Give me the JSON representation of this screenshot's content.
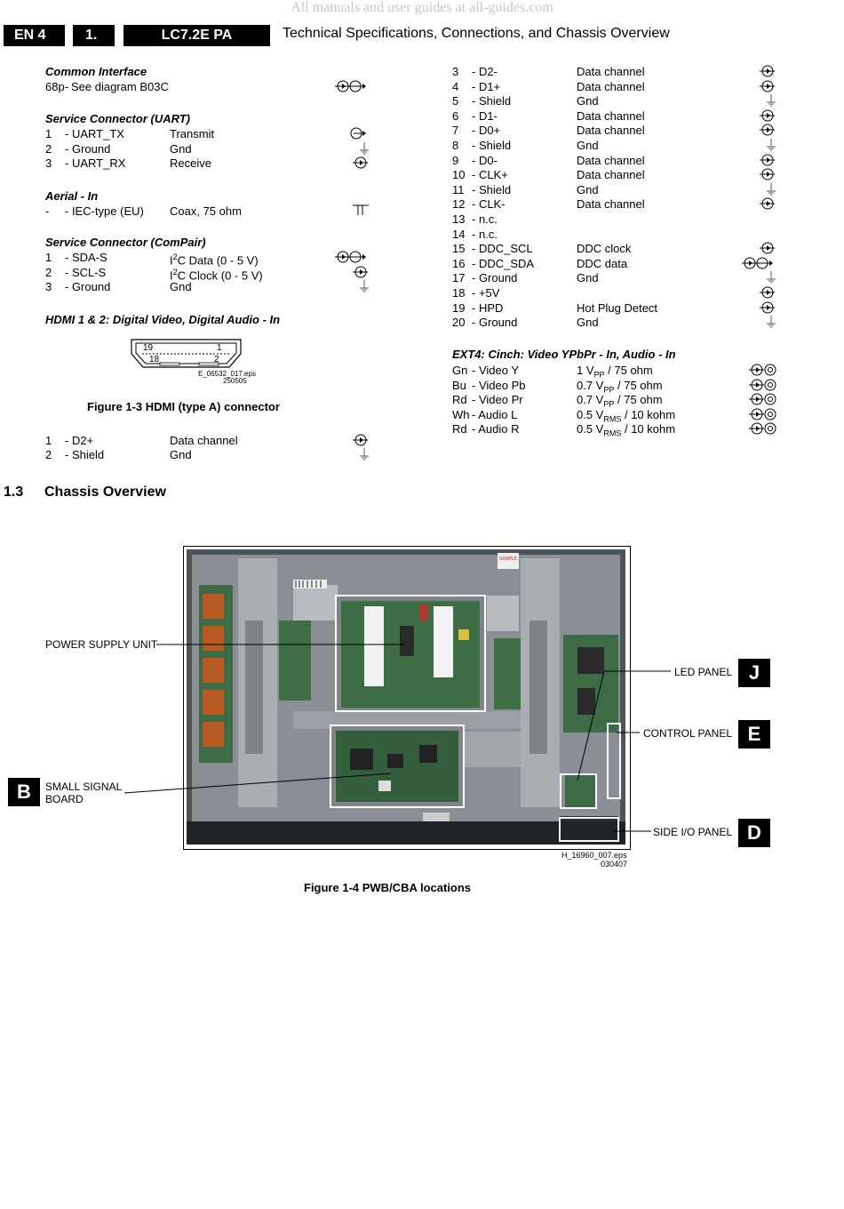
{
  "watermark": "All manuals and user guides at all-guides.com",
  "header": {
    "page": "EN 4",
    "chapter": "1.",
    "model": "LC7.2E PA",
    "title": "Technical Specifications, Connections, and Chassis Overview"
  },
  "common_interface": {
    "heading": "Common Interface",
    "pin": "68p",
    "dash": "-",
    "desc": "See diagram B03C"
  },
  "uart": {
    "heading": "Service Connector (UART)",
    "rows": [
      {
        "pin": "1",
        "name": "- UART_TX",
        "desc": "Transmit"
      },
      {
        "pin": "2",
        "name": "- Ground",
        "desc": "Gnd"
      },
      {
        "pin": "3",
        "name": "- UART_RX",
        "desc": "Receive"
      }
    ]
  },
  "aerial": {
    "heading": "Aerial - In",
    "pin": "-",
    "name": "- IEC-type (EU)",
    "desc": "Coax, 75 ohm"
  },
  "compair": {
    "heading": "Service Connector (ComPair)",
    "rows": [
      {
        "pin": "1",
        "name": "- SDA-S",
        "desc_pre": "I",
        "desc_sup": "2",
        "desc_post": "C Data (0 - 5 V)"
      },
      {
        "pin": "2",
        "name": "- SCL-S",
        "desc_pre": "I",
        "desc_sup": "2",
        "desc_post": "C Clock (0 - 5 V)"
      },
      {
        "pin": "3",
        "name": "- Ground",
        "desc": "Gnd"
      }
    ]
  },
  "hdmi": {
    "heading": "HDMI 1 & 2: Digital Video, Digital Audio - In",
    "conn_pins": {
      "p19": "19",
      "p1": "1",
      "p18": "18",
      "p2": "2"
    },
    "file": "E_06532_017.eps",
    "date": "250505",
    "figure": "Figure 1-3 HDMI (type A) connector",
    "rows_left": [
      {
        "pin": "1",
        "name": "- D2+",
        "desc": "Data channel"
      },
      {
        "pin": "2",
        "name": "- Shield",
        "desc": "Gnd"
      }
    ],
    "rows_right": [
      {
        "pin": "3",
        "name": "- D2-",
        "desc": "Data channel"
      },
      {
        "pin": "4",
        "name": "- D1+",
        "desc": "Data channel"
      },
      {
        "pin": "5",
        "name": "- Shield",
        "desc": "Gnd"
      },
      {
        "pin": "6",
        "name": "- D1-",
        "desc": "Data channel"
      },
      {
        "pin": "7",
        "name": "- D0+",
        "desc": "Data channel"
      },
      {
        "pin": "8",
        "name": "- Shield",
        "desc": "Gnd"
      },
      {
        "pin": "9",
        "name": "- D0-",
        "desc": "Data channel"
      },
      {
        "pin": "10",
        "name": "- CLK+",
        "desc": "Data channel"
      },
      {
        "pin": "11",
        "name": "- Shield",
        "desc": "Gnd"
      },
      {
        "pin": "12",
        "name": "- CLK-",
        "desc": "Data channel"
      },
      {
        "pin": "13",
        "name": "- n.c.",
        "desc": ""
      },
      {
        "pin": "14",
        "name": "- n.c.",
        "desc": ""
      },
      {
        "pin": "15",
        "name": "- DDC_SCL",
        "desc": "DDC clock"
      },
      {
        "pin": "16",
        "name": "- DDC_SDA",
        "desc": "DDC data"
      },
      {
        "pin": "17",
        "name": "- Ground",
        "desc": "Gnd"
      },
      {
        "pin": "18",
        "name": "- +5V",
        "desc": ""
      },
      {
        "pin": "19",
        "name": "- HPD",
        "desc": "Hot Plug Detect"
      },
      {
        "pin": "20",
        "name": "- Ground",
        "desc": "Gnd"
      }
    ]
  },
  "ext4": {
    "heading": "EXT4: Cinch: Video YPbPr - In, Audio - In",
    "rows": [
      {
        "pin": "Gn",
        "name": "- Video Y",
        "val": "1 V",
        "sub": "PP",
        "rest": " / 75 ohm"
      },
      {
        "pin": "Bu",
        "name": "- Video Pb",
        "val": "0.7 V",
        "sub": "PP",
        "rest": " / 75 ohm"
      },
      {
        "pin": "Rd",
        "name": "- Video Pr",
        "val": "0.7 V",
        "sub": "PP",
        "rest": " / 75 ohm"
      },
      {
        "pin": "Wh",
        "name": "- Audio L",
        "val": "0.5 V",
        "sub": "RMS",
        "rest": " / 10 kohm"
      },
      {
        "pin": "Rd",
        "name": "- Audio R",
        "val": "0.5 V",
        "sub": "RMS",
        "rest": " / 10 kohm"
      }
    ]
  },
  "chassis": {
    "number": "1.3",
    "heading": "Chassis Overview",
    "labels": {
      "psu": "POWER SUPPLY UNIT",
      "ssb1": "SMALL SIGNAL",
      "ssb2": "BOARD",
      "led": "LED PANEL",
      "control": "CONTROL PANEL",
      "sideio": "SIDE I/O PANEL"
    },
    "letters": {
      "b": "B",
      "j": "J",
      "e": "E",
      "d": "D"
    },
    "sample": "SAMPLE",
    "file": "H_16960_007.eps",
    "date": "030407",
    "figure": "Figure 1-4 PWB/CBA locations"
  }
}
